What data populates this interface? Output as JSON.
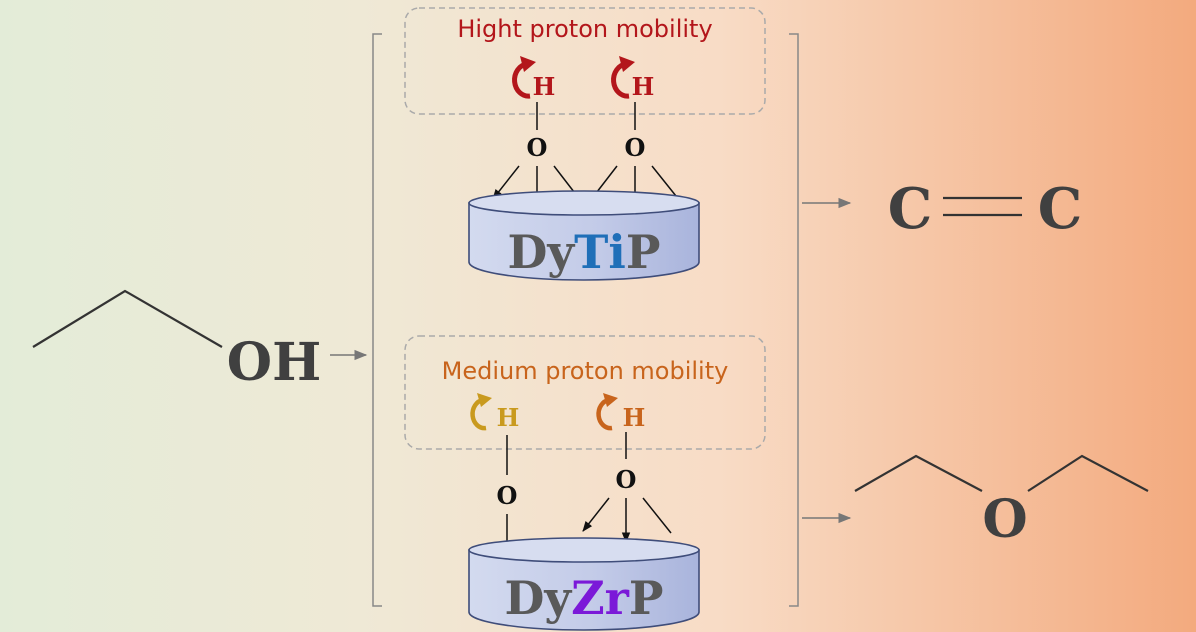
{
  "colors": {
    "high_label": "#b3161b",
    "medium_label": "#c8641c",
    "dark_text": "#404040",
    "ti_blue": "#1f6fb8",
    "zr_purple": "#7b19d8",
    "arrow_red": "#b3161b",
    "arrow_gold": "#c99a1e",
    "arrow_orange": "#c8641c",
    "cylinder_fill": "#c5cde8",
    "cylinder_stroke": "#3f4d7a"
  },
  "reactant": {
    "group": "OH"
  },
  "top_catalyst": {
    "mobility_label": "Hight proton mobility",
    "h_atoms": [
      "H",
      "H"
    ],
    "o_atoms": [
      "O",
      "O"
    ],
    "name_prefix": "Dy",
    "name_metal": "Ti",
    "name_suffix": "P"
  },
  "bottom_catalyst": {
    "mobility_label": "Medium proton mobility",
    "h_atoms": [
      "H",
      "H"
    ],
    "o_atoms": [
      "O",
      "O"
    ],
    "name_prefix": "Dy",
    "name_metal": "Zr",
    "name_suffix": "P"
  },
  "product_top": {
    "atom_left": "C",
    "atom_right": "C"
  },
  "product_bottom": {
    "atom": "O"
  }
}
